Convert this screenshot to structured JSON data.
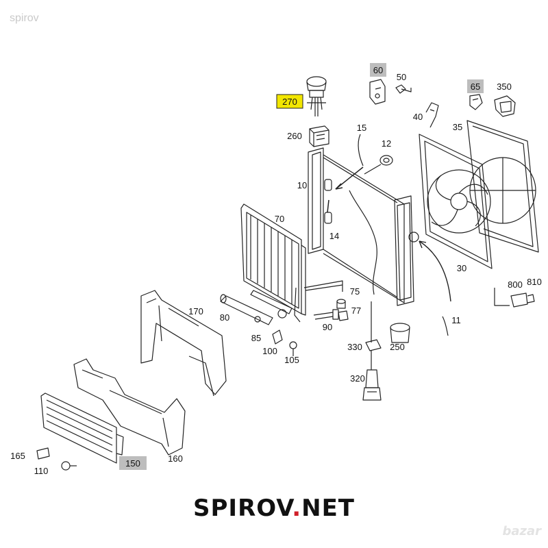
{
  "watermarks": {
    "top_left": "spirov",
    "bottom_right": "bazar"
  },
  "brand": {
    "prefix": "SPIROV",
    "dot": ".",
    "suffix": "NET",
    "dot_color": "#d0202a"
  },
  "colors": {
    "line": "#222222",
    "highlight_yellow": "#f2e600",
    "highlight_gray": "#bdbdbd"
  },
  "callouts": {
    "c270": "270",
    "c60": "60",
    "c50": "50",
    "c65": "65",
    "c350": "350",
    "c40": "40",
    "c35": "35",
    "c260": "260",
    "c15": "15",
    "c12": "12",
    "c10": "10",
    "c70": "70",
    "c14": "14",
    "c30": "30",
    "c800": "800",
    "c810": "810",
    "c75": "75",
    "c77": "77",
    "c170": "170",
    "c80": "80",
    "c90": "90",
    "c11": "11",
    "c85": "85",
    "c100": "100",
    "c105": "105",
    "c330": "330",
    "c250": "250",
    "c320": "320",
    "c165": "165",
    "c110": "110",
    "c150": "150",
    "c160": "160"
  }
}
